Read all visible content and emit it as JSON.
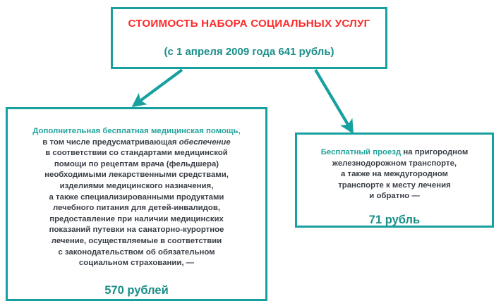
{
  "diagram": {
    "accent_color": "#18a0a0",
    "title_color": "#fb2a2a",
    "teal_text_color": "#1a8e88",
    "body_text_color": "#3a3f46",
    "root": {
      "title": "СТОИМОСТЬ НАБОРА СОЦИАЛЬНЫХ УСЛУГ",
      "subtitle": "(с 1 апреля 2009 года 641 рубль)"
    },
    "branches": [
      {
        "id": "medical-help",
        "lead": "Дополнительная бесплатная медицинская помощь,",
        "lines": [
          "в том числе предусматривающая ",
          "в соответствии со стандартами медицинской",
          "помощи по рецептам врача (фельдшера)",
          "необходимыми лекарственными средствами,",
          "изделиями медицинского назначения,",
          "а также специализированными продуктами",
          "лечебного питания для детей-инвалидов,",
          "предоставление при наличии медицинских",
          "показаний путевки на санаторно-курортное",
          "лечение, осуществляемые в соответствии",
          "с законодательством об обязательном",
          "социальном страховании, —"
        ],
        "italic_word": "обеспечение",
        "amount": "570 рублей"
      },
      {
        "id": "free-travel",
        "lead": "Бесплатный проезд",
        "lines": [
          " на пригородном",
          "железнодорожном транспорте,",
          "а также на междугородном",
          "транспорте к месту лечения",
          "и обратно —"
        ],
        "amount": "71 рубль"
      }
    ],
    "connectors": [
      {
        "name": "arrow-to-medical-help",
        "from": "root",
        "to": "medical-help"
      },
      {
        "name": "arrow-to-free-travel",
        "from": "root",
        "to": "free-travel"
      }
    ]
  }
}
